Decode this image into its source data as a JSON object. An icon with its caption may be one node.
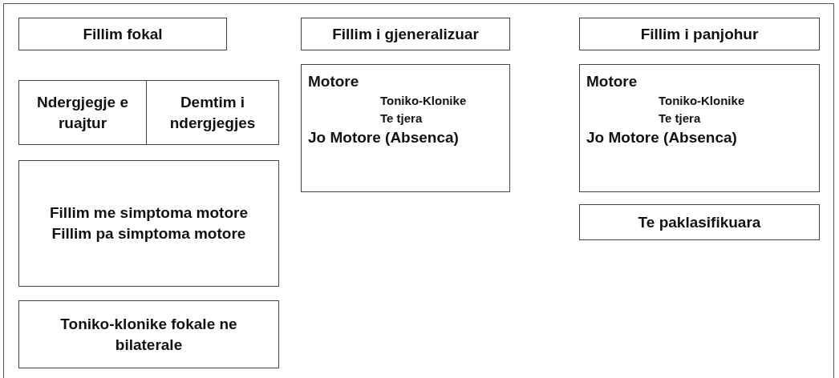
{
  "diagram": {
    "nodes": [
      {
        "text": [
          "Fillim fokal"
        ]
      },
      {
        "text": [
          "Ndergjegje e ruajtur"
        ]
      },
      {
        "text": [
          "Demtim i ndergjegjes"
        ]
      },
      {
        "text": [
          "Fillim me simptoma motore",
          "Fillim pa simptoma motore"
        ]
      },
      {
        "text": [
          "Toniko-klonike fokale ne bilaterale"
        ]
      },
      {
        "text": [
          "Fillim i gjeneralizuar"
        ]
      },
      {
        "text": [
          "Motore",
          "Toniko-Klonike",
          "Te tjera",
          "Jo Motore (Absenca)"
        ]
      },
      {
        "text": [
          "Fillim i panjohur"
        ]
      },
      {
        "text": [
          "Motore",
          "Toniko-Klonike",
          "Te tjera",
          "Jo Motore (Absenca)"
        ]
      },
      {
        "text": [
          "Te paklasifikuara"
        ]
      }
    ],
    "edges": []
  }
}
